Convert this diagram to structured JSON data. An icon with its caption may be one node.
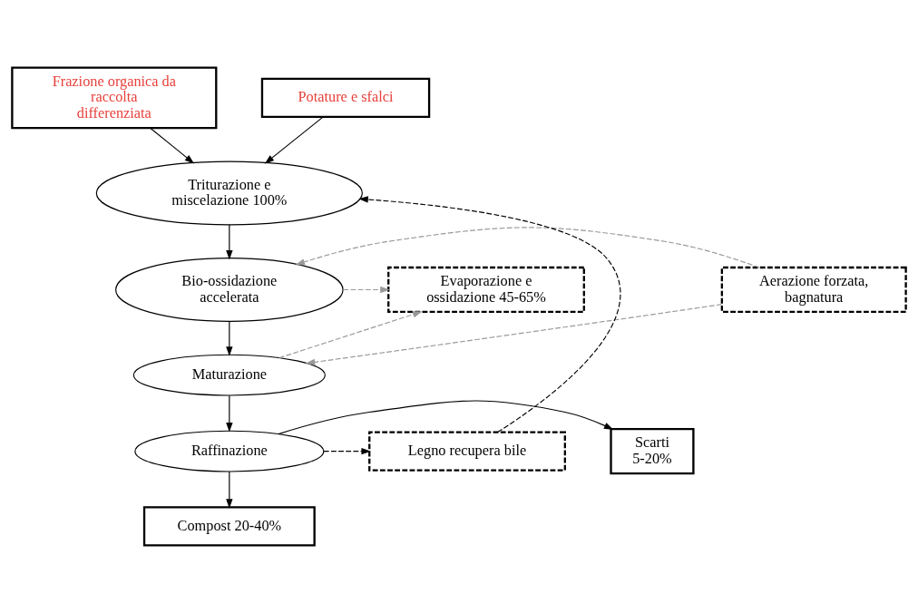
{
  "diagram": {
    "nodes": [
      {
        "text": [
          "Frazione organica da raccolta differenziata"
        ]
      },
      {
        "text": [
          "Potature e sfalci"
        ]
      },
      {
        "text": [
          "Triturazione e miscelazione 100%"
        ]
      },
      {
        "text": [
          "Bio-ossidazione accelerata"
        ]
      },
      {
        "text": [
          "Evaporazione e ossidazione 45-65%"
        ]
      },
      {
        "text": [
          "Aerazione forzata, bagnatura"
        ]
      },
      {
        "text": [
          "Maturazione"
        ]
      },
      {
        "text": [
          "Scarti",
          "5-20%"
        ]
      },
      {
        "text": [
          "Raffinazione"
        ]
      },
      {
        "text": [
          "Legno recupera bile"
        ]
      },
      {
        "text": [
          "Compost 20-40%"
        ]
      }
    ],
    "edges": [
      {
        "from": 0,
        "to": 2,
        "arrow": "to"
      },
      {
        "from": 1,
        "to": 2,
        "arrow": "to"
      },
      {
        "from": 2,
        "to": 3,
        "arrow": "to"
      },
      {
        "from": 3,
        "to": 4,
        "arrow": "to",
        "style": "dashed",
        "color": "#999999"
      },
      {
        "from": 5,
        "to": 3,
        "arrow": "to",
        "style": "dashed",
        "color": "#999999"
      },
      {
        "from": 3,
        "to": 6,
        "arrow": "to"
      },
      {
        "from": 6,
        "to": 4,
        "arrow": "to",
        "style": "dashed",
        "color": "#999999"
      },
      {
        "from": 5,
        "to": 6,
        "arrow": "to",
        "style": "dashed",
        "color": "#999999"
      },
      {
        "from": 6,
        "to": 8,
        "arrow": "to"
      },
      {
        "from": 8,
        "to": 7,
        "arrow": "to"
      },
      {
        "from": 8,
        "to": 9,
        "arrow": "to",
        "style": "dashed"
      },
      {
        "from": 9,
        "to": 2,
        "arrow": "to",
        "style": "dashed"
      },
      {
        "from": 8,
        "to": 10,
        "arrow": "to"
      }
    ]
  }
}
